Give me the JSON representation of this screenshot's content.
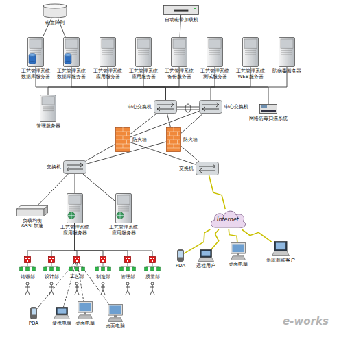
{
  "diagram": {
    "nodes": [
      {
        "text": [
          "磁盘阵列"
        ]
      },
      {
        "text": [
          "自动磁带加载机"
        ]
      },
      {
        "text": [
          "工艺管理系统 数据库服务器"
        ]
      },
      {
        "text": [
          "工艺管理系统 数据库服务器"
        ]
      },
      {
        "text": [
          "工艺管理系统 应用服务器"
        ]
      },
      {
        "text": [
          "工艺管理系统 应用服务器"
        ]
      },
      {
        "text": [
          "工艺管理系统 备份服务器"
        ]
      },
      {
        "text": [
          "工艺管理系统 测试服务器"
        ]
      },
      {
        "text": [
          "工艺管理系统 WEB服务器"
        ]
      },
      {
        "text": [
          "防病毒服务器"
        ]
      },
      {
        "text": [
          "管理服务器"
        ]
      },
      {
        "text": [
          "中心交换机"
        ]
      },
      {
        "text": [
          "中心交换机"
        ]
      },
      {
        "text": [
          "网络防毒扫描系统"
        ]
      },
      {
        "text": [
          "防火墙"
        ]
      },
      {
        "text": [
          "防火墙"
        ]
      },
      {
        "text": [
          "交换机"
        ]
      },
      {
        "text": [
          "交换机"
        ]
      },
      {
        "text": [
          "负载均衡 &SSL加速"
        ]
      },
      {
        "text": [
          "工艺管理系统 应用服务器"
        ]
      },
      {
        "text": [
          "工艺管理系统 应用服务器"
        ]
      },
      {
        "text": [
          "Internet"
        ]
      },
      {
        "text": [
          "PDA"
        ]
      },
      {
        "text": [
          "远程用户"
        ]
      },
      {
        "text": [
          "桌面电脑"
        ]
      },
      {
        "text": [
          "供应商或客户"
        ]
      },
      {
        "text": [
          "铸锻部"
        ]
      },
      {
        "text": [
          "设计部"
        ]
      },
      {
        "text": [
          "工艺部"
        ]
      },
      {
        "text": [
          "制造部"
        ]
      },
      {
        "text": [
          "管理部"
        ]
      },
      {
        "text": [
          "质量部"
        ]
      },
      {
        "text": [
          "PDA"
        ]
      },
      {
        "text": [
          "便携电脑"
        ]
      },
      {
        "text": [
          "桌面电脑"
        ]
      },
      {
        "text": [
          "桌面电脑"
        ]
      }
    ],
    "edges": [
      {
        "from": 0,
        "to": 2,
        "arrow": "none"
      },
      {
        "from": 0,
        "to": 3,
        "arrow": "none"
      },
      {
        "from": 1,
        "to": 6,
        "arrow": "none"
      },
      {
        "from": 2,
        "to": 11,
        "arrow": "none"
      },
      {
        "from": 3,
        "to": 11,
        "arrow": "none"
      },
      {
        "from": 4,
        "to": 11,
        "arrow": "none"
      },
      {
        "from": 5,
        "to": 11,
        "arrow": "none"
      },
      {
        "from": 6,
        "to": 11,
        "arrow": "none"
      },
      {
        "from": 7,
        "to": 11,
        "arrow": "none"
      },
      {
        "from": 8,
        "to": 11,
        "arrow": "none"
      },
      {
        "from": 9,
        "to": 11,
        "arrow": "none"
      },
      {
        "from": 10,
        "to": 11,
        "arrow": "none"
      },
      {
        "from": 13,
        "to": 12,
        "arrow": "none"
      },
      {
        "from": 11,
        "to": 12,
        "arrow": "none"
      },
      {
        "from": 11,
        "to": 14,
        "arrow": "none"
      },
      {
        "from": 11,
        "to": 15,
        "arrow": "none"
      },
      {
        "from": 12,
        "to": 14,
        "arrow": "none"
      },
      {
        "from": 12,
        "to": 15,
        "arrow": "none"
      },
      {
        "from": 14,
        "to": 16,
        "arrow": "none"
      },
      {
        "from": 14,
        "to": 17,
        "arrow": "none"
      },
      {
        "from": 15,
        "to": 16,
        "arrow": "none"
      },
      {
        "from": 15,
        "to": 17,
        "arrow": "none"
      },
      {
        "from": 16,
        "to": 18,
        "arrow": "none"
      },
      {
        "from": 16,
        "to": 19,
        "arrow": "none"
      },
      {
        "from": 16,
        "to": 20,
        "arrow": "none"
      },
      {
        "from": 17,
        "to": 21,
        "arrow": "none"
      },
      {
        "from": 21,
        "to": 22,
        "arrow": "none"
      },
      {
        "from": 21,
        "to": 23,
        "arrow": "none"
      },
      {
        "from": 21,
        "to": 24,
        "arrow": "none"
      },
      {
        "from": 21,
        "to": 25,
        "arrow": "none"
      },
      {
        "from": 19,
        "to": 26,
        "arrow": "none"
      },
      {
        "from": 19,
        "to": 27,
        "arrow": "none"
      },
      {
        "from": 19,
        "to": 28,
        "arrow": "none"
      },
      {
        "from": 19,
        "to": 29,
        "arrow": "none"
      },
      {
        "from": 19,
        "to": 30,
        "arrow": "none"
      },
      {
        "from": 19,
        "to": 31,
        "arrow": "none"
      },
      {
        "from": 28,
        "to": 32,
        "arrow": "none"
      },
      {
        "from": 28,
        "to": 33,
        "arrow": "none"
      },
      {
        "from": 28,
        "to": 34,
        "arrow": "none"
      },
      {
        "from": 28,
        "to": 35,
        "arrow": "none"
      }
    ],
    "labels": [
      "e-works"
    ]
  }
}
